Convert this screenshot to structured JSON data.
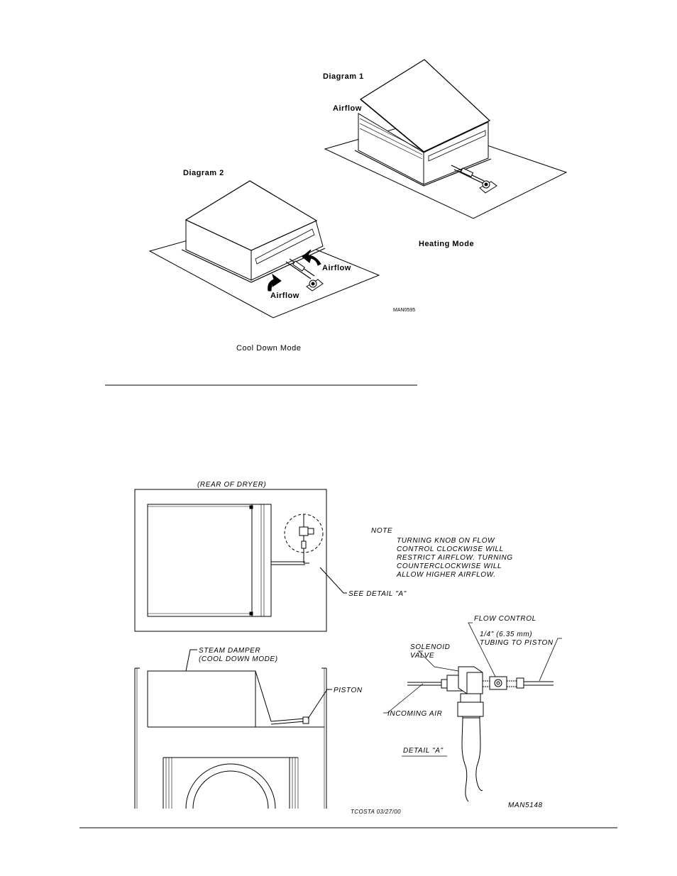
{
  "top_figure": {
    "diagram1_label": "Diagram  1",
    "diagram2_label": "Diagram  2",
    "airflow_label_d1": "Airflow",
    "airflow_label_d2_a": "Airflow",
    "airflow_label_d2_b": "Airflow",
    "heating_mode_label": "Heating  Mode",
    "cool_down_mode_label": "Cool  Down  Mode",
    "ref_code": "MAN0595"
  },
  "bottom_figure": {
    "rear_of_dryer": "(REAR OF DRYER)",
    "note_title": "NOTE",
    "note_lines": [
      "TURNING KNOB ON FLOW",
      "CONTROL CLOCKWISE WILL",
      "RESTRICT AIRFLOW. TURNING",
      "COUNTERCLOCKWISE WILL",
      "ALLOW HIGHER AIRFLOW."
    ],
    "see_detail": "SEE DETAIL \"A\"",
    "steam_damper_line1": "STEAM DAMPER",
    "steam_damper_line2": "(COOL DOWN MODE)",
    "piston": "PISTON",
    "flow_control": "FLOW CONTROL",
    "tubing_line1": "1/4\" (6.35 mm)",
    "tubing_line2": "TUBING TO PISTON",
    "solenoid_line1": "SOLENOID",
    "solenoid_line2": "VALVE",
    "incoming_air": "INCOMING AIR",
    "detail_a": "DETAIL \"A\"",
    "author_stamp": "TCOSTA 03/27/00",
    "ref_code": "MAN5148"
  }
}
